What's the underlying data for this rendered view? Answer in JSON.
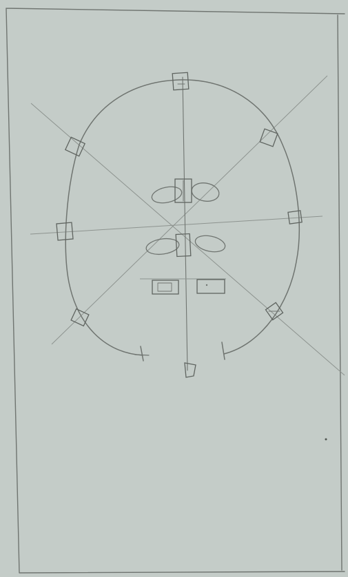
{
  "sketch": {
    "paper_color": "#c9d0cc",
    "pencil_color": "#6f7470",
    "marker_count": 9,
    "lobe_pairs": 2,
    "label_boxes": 2
  }
}
